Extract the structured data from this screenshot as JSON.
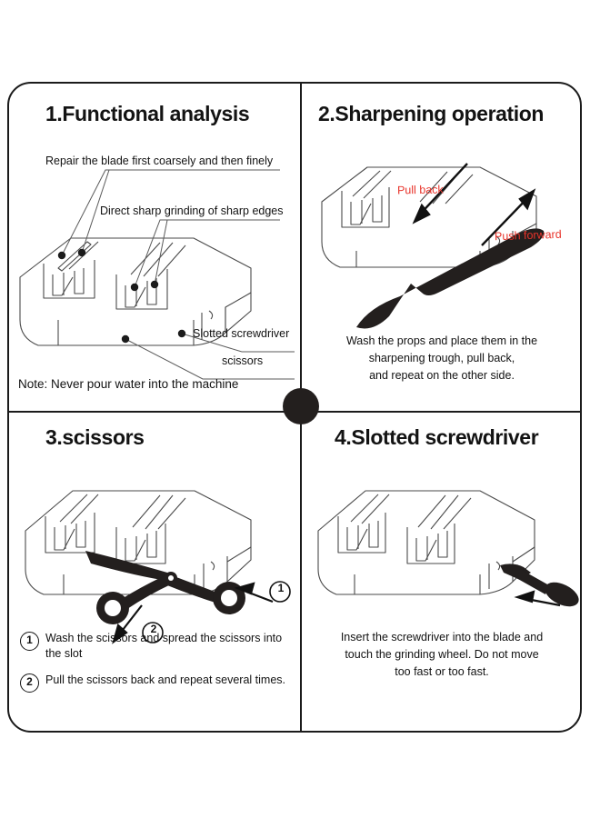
{
  "document": {
    "kind": "knife-sharpener-instruction-sheet",
    "background_color": "#ffffff",
    "frame_color": "#1b1b1b",
    "accent_red": "#e8332a",
    "ink_black": "#231f1e"
  },
  "panels": [
    {
      "id": "panel-1",
      "title": "1.Functional analysis",
      "callouts": [
        {
          "name": "coarse-fine-label",
          "text": "Repair the blade first coarsely and then finely"
        },
        {
          "name": "sharp-edges-label",
          "text": "Direct sharp grinding of sharp edges"
        },
        {
          "name": "slotted-screwdriver-label",
          "text": "Slotted screwdriver"
        },
        {
          "name": "scissors-label",
          "text": "scissors"
        }
      ],
      "note": "Note: Never pour water into the machine"
    },
    {
      "id": "panel-2",
      "title": "2.Sharpening operation",
      "arrow_labels": [
        {
          "name": "pull-back-label",
          "text": "Pull back",
          "color": "#e8332a"
        },
        {
          "name": "push-forward-label",
          "text": "Push forward",
          "color": "#e8332a"
        }
      ],
      "caption_lines": [
        "Wash the props and place them in the",
        "sharpening trough, pull back,",
        "and repeat on the other side."
      ]
    },
    {
      "id": "panel-3",
      "title": "3.scissors",
      "diagram_markers": [
        {
          "name": "marker-one",
          "text": "1"
        },
        {
          "name": "marker-two",
          "text": "2"
        }
      ],
      "steps": [
        {
          "num": "1",
          "text": "Wash the scissors and spread the scissors into the slot"
        },
        {
          "num": "2",
          "text": "Pull the scissors back and repeat several times."
        }
      ]
    },
    {
      "id": "panel-4",
      "title": "4.Slotted screwdriver",
      "caption_lines": [
        "Insert the screwdriver into the blade and",
        "touch the grinding wheel. Do not move",
        "too fast or too fast."
      ]
    }
  ]
}
